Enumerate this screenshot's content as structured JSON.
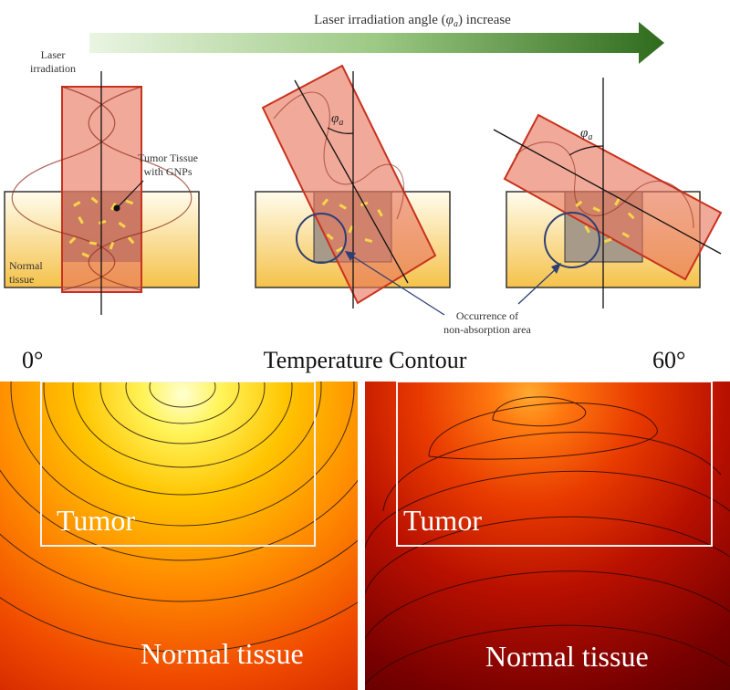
{
  "header": {
    "arrow_label_prefix": "Laser irradiation angle (",
    "arrow_label_symbol": "φ",
    "arrow_label_sub": "a",
    "arrow_label_suffix": ") increase"
  },
  "panel1": {
    "laser_label_line1": "Laser",
    "laser_label_line2": "irradiation",
    "tumor_label_line1": "Tumor Tissue",
    "tumor_label_line2": "with GNPs",
    "normal_label_line1": "Normal",
    "normal_label_line2": "tissue"
  },
  "panel2": {
    "angle_symbol": "φ",
    "angle_sub": "a"
  },
  "panel3": {
    "angle_symbol": "φ",
    "angle_sub": "a"
  },
  "annotation": {
    "line1": "Occurrence of",
    "line2": "non-absorption area"
  },
  "contour": {
    "title": "Temperature Contour",
    "left_angle": "0°",
    "right_angle": "60°",
    "left_tumor": "Tumor",
    "left_normal": "Normal tissue",
    "right_tumor": "Tumor",
    "right_normal": "Normal tissue"
  },
  "colors": {
    "beam_fill": "#e8745a",
    "beam_stroke": "#c8321e",
    "tissue_top": "#fffbe8",
    "tissue_bottom": "#f6c44e",
    "tumor_fill": "#a69a86",
    "arrow_start": "#eaf5e2",
    "arrow_end": "#2f6b1c",
    "circle_stroke": "#2e3f73",
    "contour_hot": "#ffffc8",
    "contour_mid": "#ff9a00",
    "contour_cold": "#4a0000"
  }
}
